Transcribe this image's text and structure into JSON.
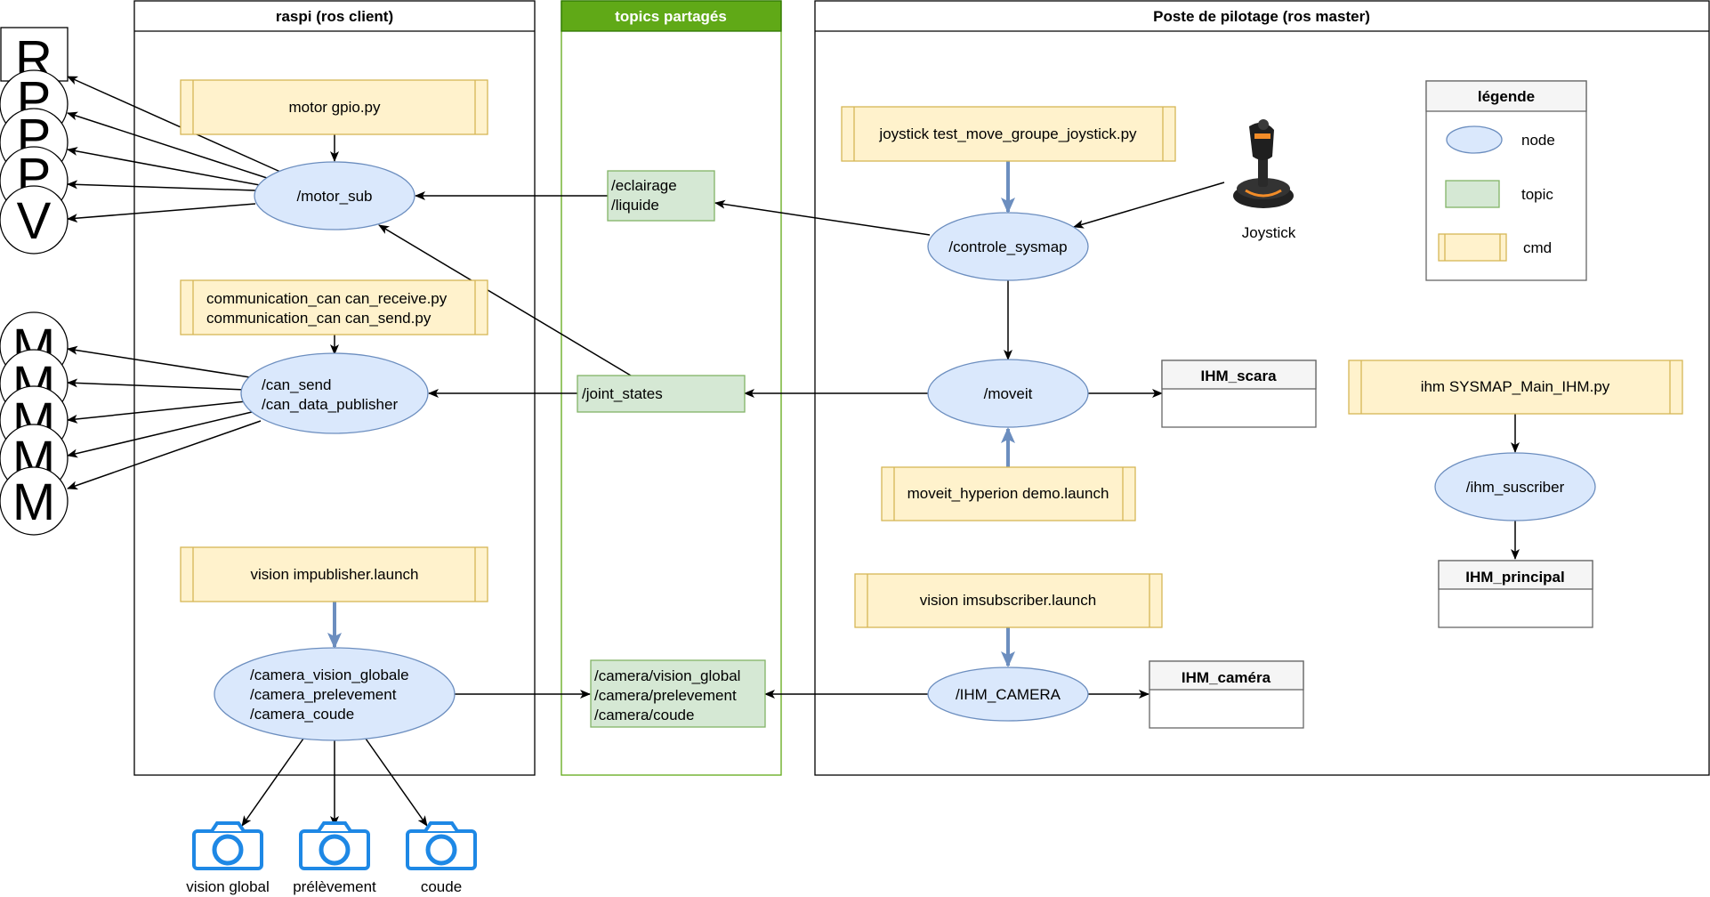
{
  "lanes": {
    "raspi": "raspi (ros client)",
    "topics": "topics partagés",
    "poste": "Poste de pilotage (ros master)"
  },
  "colors": {
    "node_fill": "#dae8fc",
    "node_stroke": "#6c8ebf",
    "topic_fill": "#d5e8d4",
    "topic_stroke": "#82b366",
    "cmd_fill": "#fff2cc",
    "cmd_stroke": "#d6b656",
    "topics_header": "#60a917",
    "camera_icon": "#1e88e5",
    "ihm_header": "#f5f5f5"
  },
  "commands": {
    "motor_gpio": "motor gpio.py",
    "communication_can": [
      "communication_can can_receive.py",
      "communication_can can_send.py"
    ],
    "vision_impublisher": "vision impublisher.launch",
    "joystick_cmd": "joystick test_move_groupe_joystick.py",
    "moveit_hyperion": "moveit_hyperion demo.launch",
    "vision_imsubscriber": "vision imsubscriber.launch",
    "ihm_main": "ihm SYSMAP_Main_IHM.py"
  },
  "nodes": {
    "motor_sub": "/motor_sub",
    "can_nodes": [
      "/can_send",
      "/can_data_publisher"
    ],
    "camera_nodes": [
      "/camera_vision_globale",
      "/camera_prelevement",
      "/camera_coude"
    ],
    "controle_sysmap": "/controle_sysmap",
    "moveit": "/moveit",
    "ihm_camera_node": "/IHM_CAMERA",
    "ihm_suscriber": "/ihm_suscriber"
  },
  "topics": {
    "eclairage_liquide": [
      "/eclairage",
      "/liquide"
    ],
    "joint_states": "/joint_states",
    "camera_topics": [
      "/camera/vision_global",
      "/camera/prelevement",
      "/camera/coude"
    ]
  },
  "ihm_boxes": {
    "scara": "IHM_scara",
    "principal": "IHM_principal",
    "camera": "IHM_caméra"
  },
  "joystick_label": "Joystick",
  "actuators": {
    "top_group": [
      "R",
      "P",
      "P",
      "P",
      "V"
    ],
    "bottom_group": [
      "M",
      "M",
      "M",
      "M",
      "M"
    ]
  },
  "cameras": [
    "vision global",
    "prélèvement",
    "coude"
  ],
  "legend": {
    "title": "légende",
    "node": "node",
    "topic": "topic",
    "cmd": "cmd"
  }
}
